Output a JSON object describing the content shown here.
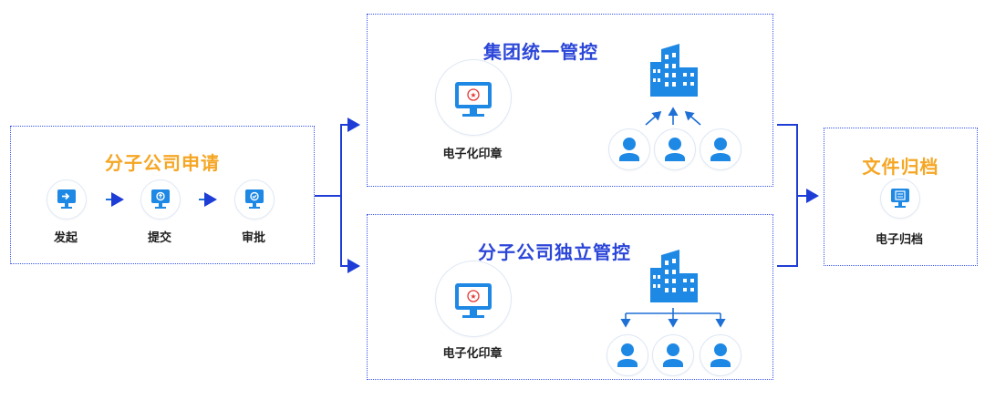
{
  "colors": {
    "accent_blue": "#2b46d8",
    "accent_orange": "#f5a623",
    "icon_blue": "#1e88e5",
    "line_blue": "#1e3dd6"
  },
  "left_panel": {
    "title": "分子公司申请",
    "steps": [
      {
        "label": "发起",
        "icon": "monitor-arrow-icon"
      },
      {
        "label": "提交",
        "icon": "monitor-upload-icon"
      },
      {
        "label": "审批",
        "icon": "monitor-check-icon"
      }
    ]
  },
  "top_panel": {
    "title": "集团统一管控",
    "seal_label": "电子化印章",
    "seal_icon": "monitor-seal-icon",
    "building_icon": "building-icon",
    "user_icon": "user-icon"
  },
  "bottom_panel": {
    "title": "分子公司独立管控",
    "seal_label": "电子化印章",
    "seal_icon": "monitor-seal-icon",
    "building_icon": "building-icon",
    "user_icon": "user-icon"
  },
  "right_panel": {
    "title": "文件归档",
    "label": "电子归档",
    "icon": "monitor-archive-icon"
  }
}
